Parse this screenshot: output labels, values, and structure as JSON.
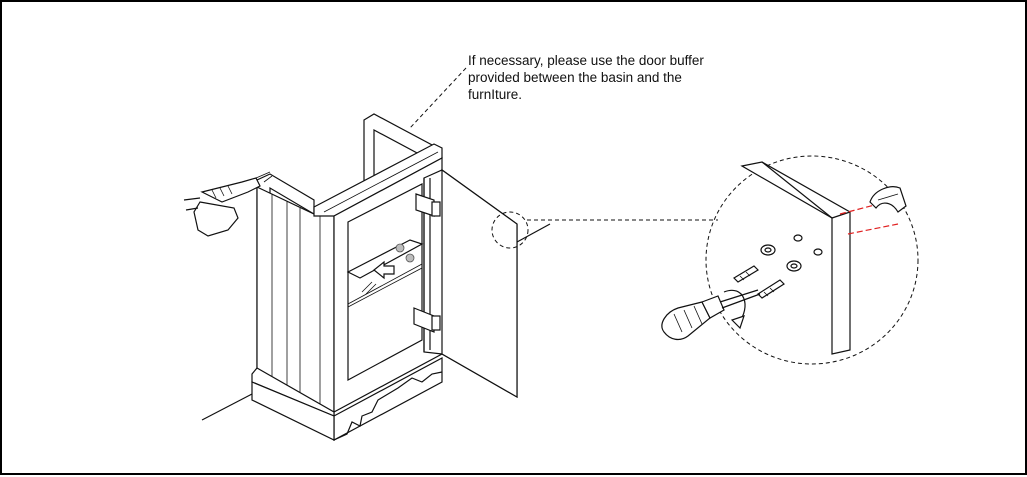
{
  "instruction": {
    "line1": "If necessary, please use the door buffer",
    "line2": "provided between the basin and the",
    "line3": "furnIture."
  },
  "colors": {
    "line": "#111111",
    "guide_red": "#e02020",
    "frame": "#000000"
  },
  "icons": [
    "drill-icon",
    "screwdriver-icon",
    "rotation-arrow-icon",
    "push-arrow-icon",
    "door-buffer-icon",
    "hinge-icon"
  ]
}
